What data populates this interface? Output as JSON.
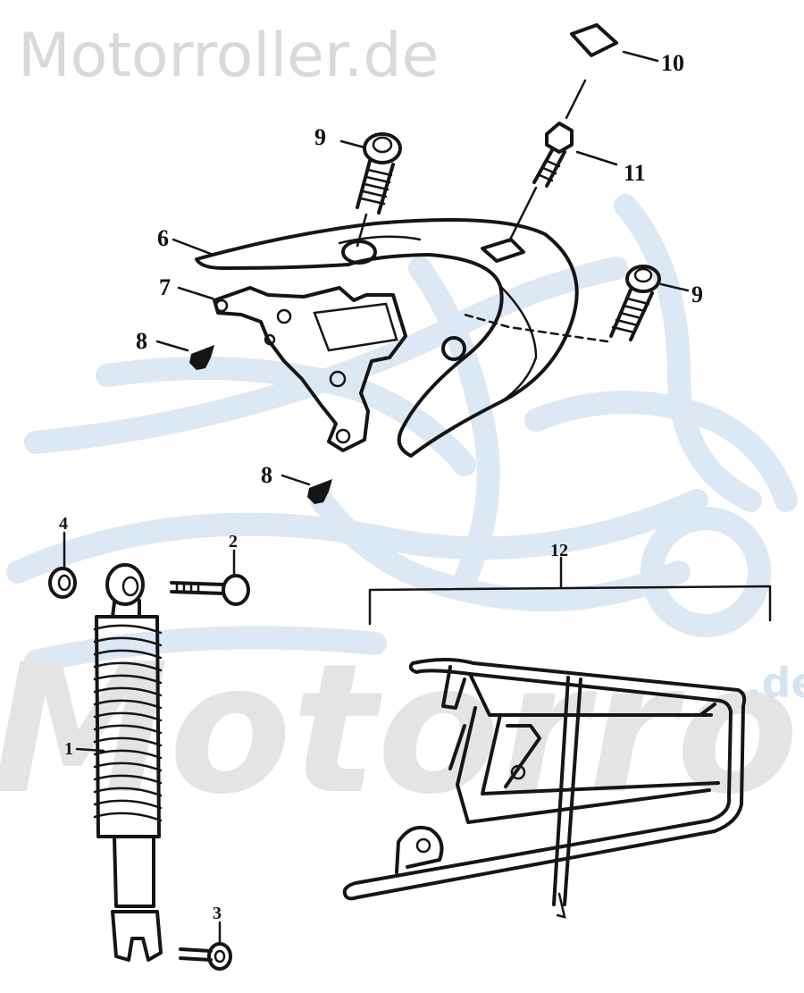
{
  "watermark": {
    "site": "Motorroller.de",
    "brand": "Motorroller",
    "suffix": ".de"
  },
  "callouts": [
    {
      "id": "1",
      "label": "1"
    },
    {
      "id": "2",
      "label": "2"
    },
    {
      "id": "3",
      "label": "3"
    },
    {
      "id": "4",
      "label": "4"
    },
    {
      "id": "6",
      "label": "6"
    },
    {
      "id": "7",
      "label": "7"
    },
    {
      "id": "8a",
      "label": "8"
    },
    {
      "id": "8b",
      "label": "8"
    },
    {
      "id": "9a",
      "label": "9"
    },
    {
      "id": "9b",
      "label": "9"
    },
    {
      "id": "10",
      "label": "10"
    },
    {
      "id": "11",
      "label": "11"
    },
    {
      "id": "12",
      "label": "12"
    }
  ],
  "colors": {
    "ink": "#151515",
    "watermark_text": "#d9d9d9",
    "watermark_logo": "#d6e4f2"
  }
}
